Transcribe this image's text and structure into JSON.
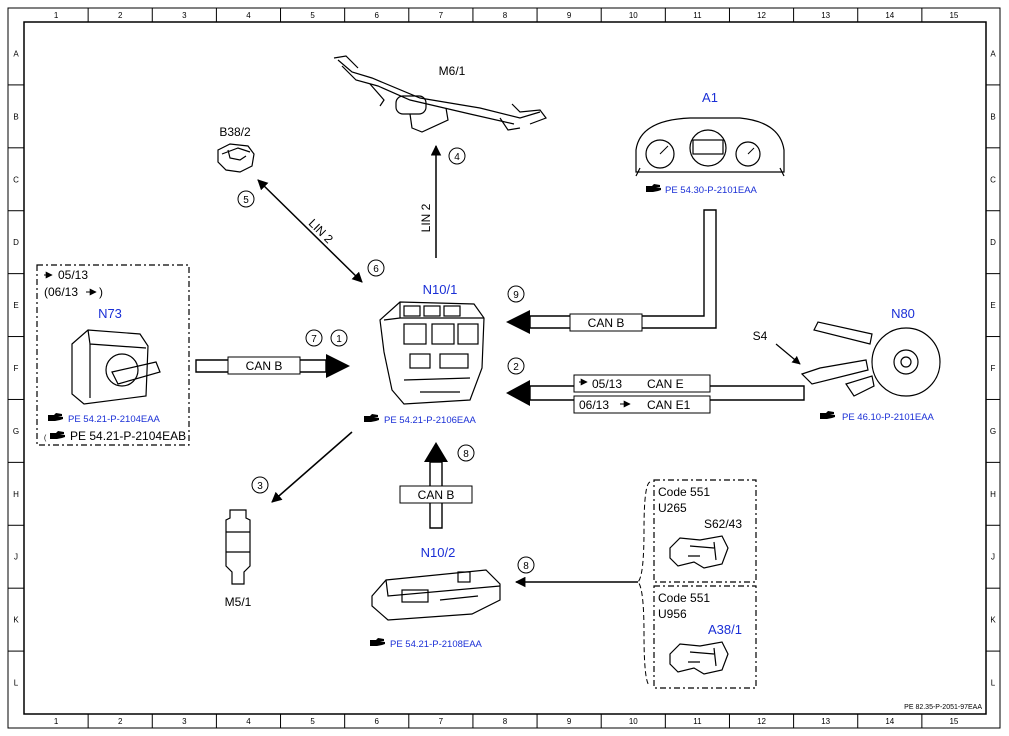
{
  "columns": [
    "1",
    "2",
    "3",
    "4",
    "5",
    "6",
    "7",
    "8",
    "9",
    "10",
    "11",
    "12",
    "13",
    "14",
    "15"
  ],
  "rows": [
    "A",
    "B",
    "C",
    "D",
    "E",
    "F",
    "G",
    "H",
    "J",
    "K",
    "L"
  ],
  "doc_ref": "PE 82.35-P-2051-97EAA",
  "components": {
    "m6_1": "M6/1",
    "b38_2": "B38/2",
    "a1": "A1",
    "a1_ref": "PE 54.30-P-2101EAA",
    "n73": "N73",
    "n73_dates1": "05/13",
    "n73_dates2": "(06/13",
    "n73_dates2_end": ")",
    "n73_ref": "PE 54.21-P-2104EAA",
    "n73_ref2": "PE 54.21-P-2104EAB",
    "n10_1": "N10/1",
    "n10_1_ref": "PE 54.21-P-2106EAA",
    "n80": "N80",
    "s4": "S4",
    "n80_ref": "PE 46.10-P-2101EAA",
    "m5_1": "M5/1",
    "n10_2": "N10/2",
    "n10_2_ref": "PE 54.21-P-2108EAA",
    "code1": "Code 551",
    "u265": "U265",
    "s62_43": "S62/43",
    "code2": "Code 551",
    "u956": "U956",
    "a38_1": "A38/1"
  },
  "links": {
    "can_b_a1": "CAN B",
    "can_b_n73": "CAN B",
    "can_e_date": "05/13",
    "can_e": "CAN E",
    "can_e1_date": "06/13",
    "can_e1": "CAN E1",
    "can_b_n10_2": "CAN B",
    "lin2_b38": "LIN 2",
    "lin2_m6": "LIN 2"
  },
  "callouts": {
    "c1": "1",
    "c2": "2",
    "c3": "3",
    "c4": "4",
    "c5": "5",
    "c6": "6",
    "c7": "7",
    "c8a": "8",
    "c8b": "8",
    "c9": "9"
  },
  "icons": [
    "pointing-hand-icon"
  ],
  "colors": {
    "component_label": "#1a2fd6",
    "line": "#000000"
  }
}
